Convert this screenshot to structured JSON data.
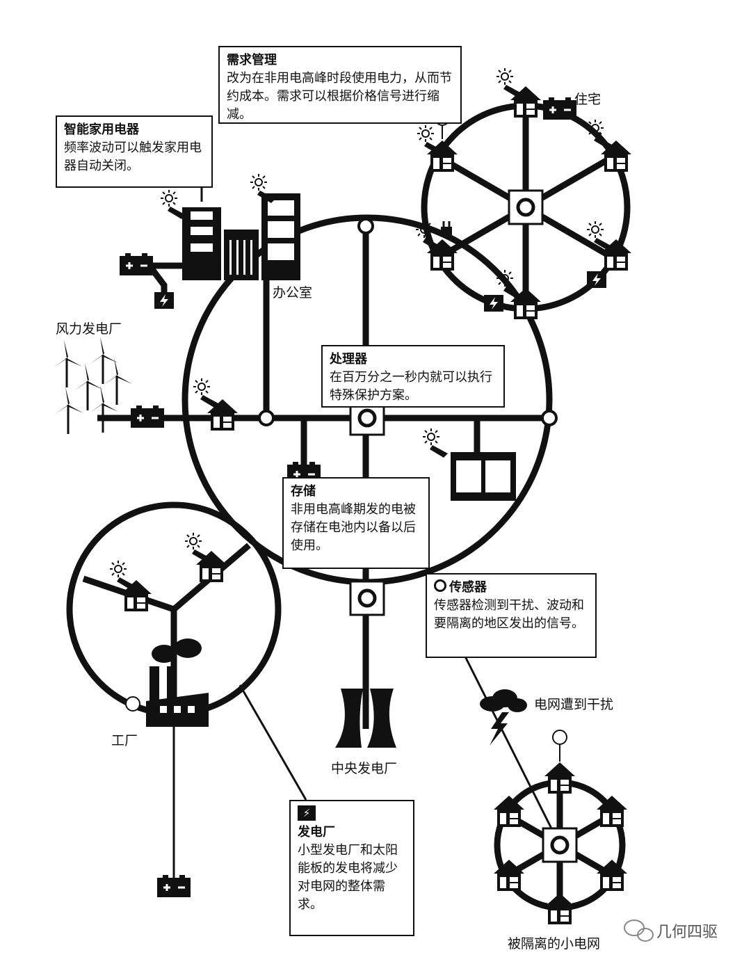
{
  "callouts": {
    "demand": {
      "title": "需求管理",
      "body": "改为在非用电高峰时段使用电力，从而节约成本。需求可以根据价格信号进行缩减。"
    },
    "appliance": {
      "title": "智能家用电器",
      "body": "频率波动可以触发家用电器自动关闭。"
    },
    "processor": {
      "title": "处理器",
      "body": "在百万分之一秒内就可以执行特殊保护方案。"
    },
    "storage": {
      "title": "存储",
      "body": "非用电高峰期发的电被存储在电池内以备以后使用。"
    },
    "sensor": {
      "title": "传感器",
      "body": "传感器检测到干扰、波动和要隔离的地区发出的信号。"
    },
    "plant": {
      "title": "发电厂",
      "body": "小型发电厂和太阳能板的发电将减少对电网的整体需求。"
    }
  },
  "labels": {
    "residence": "住宅",
    "office": "办公室",
    "wind_farm": "风力发电厂",
    "factory": "工厂",
    "central_plant": "中央发电厂",
    "disturbance": "电网遭到干扰",
    "isolated_grid": "被隔离的小电网"
  },
  "watermark": "几何四驱",
  "colors": {
    "ink": "#111111",
    "paper": "#ffffff"
  }
}
